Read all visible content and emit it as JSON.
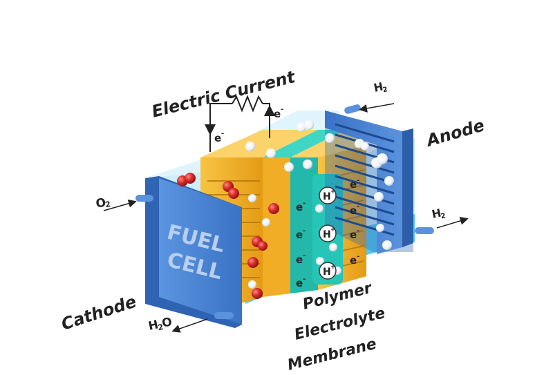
{
  "labels": {
    "electric_current": "Electric Current",
    "anode": "Anode",
    "cathode": "Cathode",
    "membrane_line1": "Polymer",
    "membrane_line2": "Electrolyte",
    "membrane_line3": "Membrane",
    "fuel": "FUEL",
    "cell": "CELL",
    "h2_in_main": "H",
    "h2_out_main": "H",
    "o2_main": "O",
    "h2o_main": "H",
    "h2o_tail": "O",
    "sub_2": "2",
    "electron": "e",
    "electron_sup": "-",
    "proton": "H",
    "proton_sup": "+"
  },
  "colors": {
    "cathode_plate": "#4a86d8",
    "anode_plate": "#3f78cc",
    "gold": "#f2b227",
    "membrane": "#27c2b5",
    "electrolyte_floor": "#55c9ef",
    "o2_molecule": "#d42a2a",
    "h_molecule": "#ffffff",
    "wire": "#222222"
  }
}
